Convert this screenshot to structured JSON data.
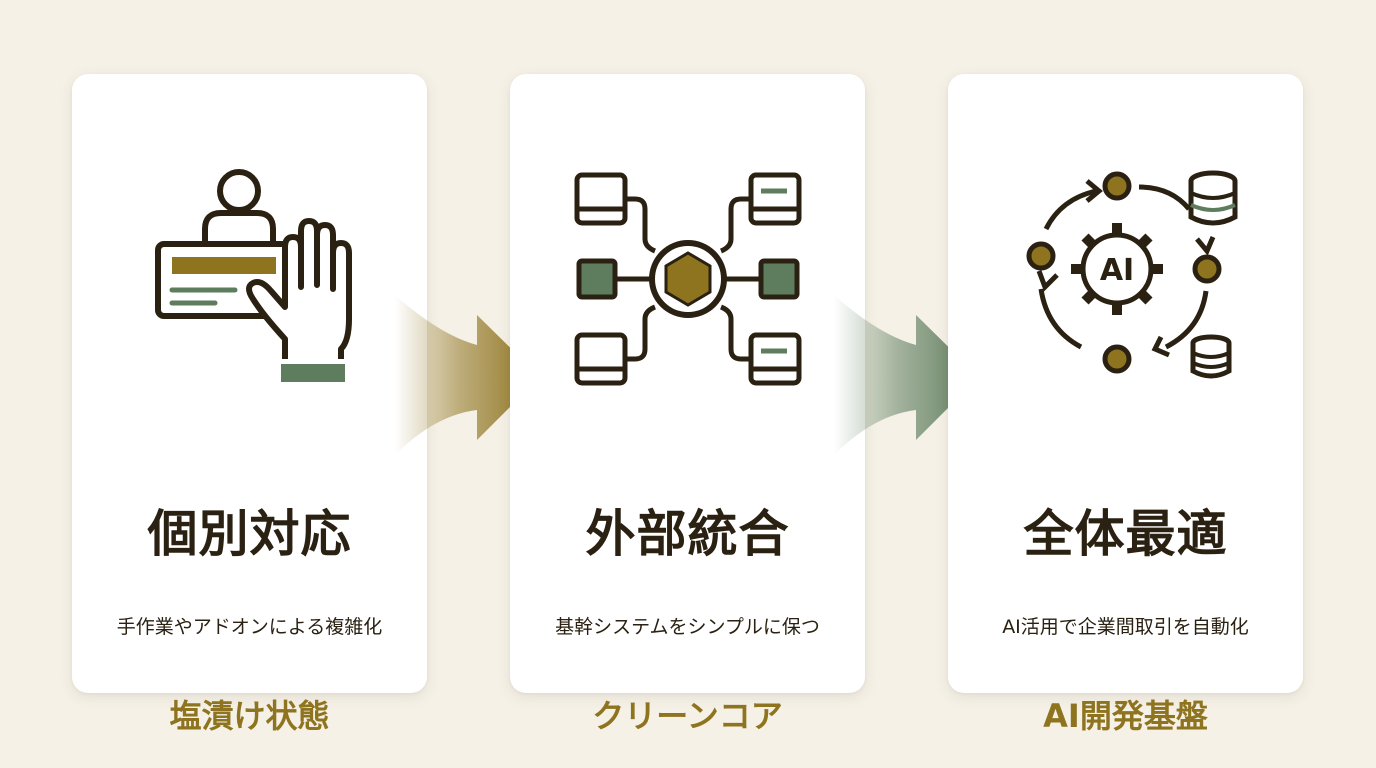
{
  "colors": {
    "background": "#f5f1e7",
    "card": "#ffffff",
    "ink": "#2a2112",
    "gold": "#8f7420",
    "green": "#5e7d5e"
  },
  "steps": [
    {
      "title": "個別対応",
      "description": "手作業やアドオンによる複雑化",
      "tag": "塩漬け状態",
      "icon": "person-card-hand-icon"
    },
    {
      "title": "外部統合",
      "description": "基幹システムをシンプルに保つ",
      "tag": "クリーンコア",
      "icon": "hub-network-icon"
    },
    {
      "title": "全体最適",
      "description": "AI活用で企業間取引を自動化",
      "tag": "AI開発基盤",
      "icon": "ai-gear-cycle-icon",
      "icon_text": "AI"
    }
  ],
  "arrows": [
    {
      "icon": "arrow-right-icon",
      "color": "#8f7420"
    },
    {
      "icon": "arrow-right-icon",
      "color": "#5e7d5e"
    }
  ]
}
